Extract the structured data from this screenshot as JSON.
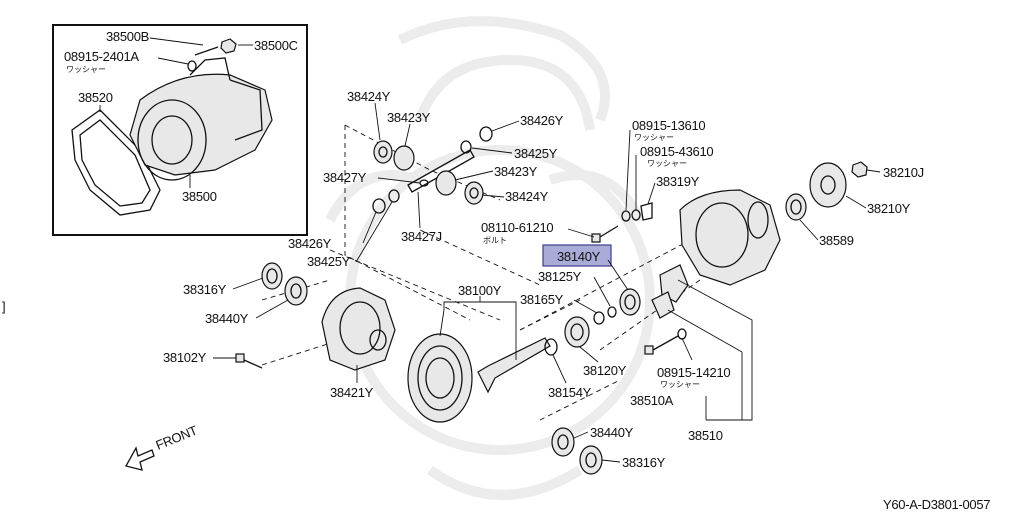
{
  "diagram": {
    "inset_labels": {
      "p38500B": "38500B",
      "p08915_2401A": "08915-2401A",
      "p08915_2401A_sub": "ワッシャー",
      "p38500C": "38500C",
      "p38520": "38520",
      "p38500": "38500"
    },
    "labels": {
      "p38424Y_a": "38424Y",
      "p38423Y_a": "38423Y",
      "p38426Y_a": "38426Y",
      "p38425Y_a": "38425Y",
      "p38427Y": "38427Y",
      "p38423Y_b": "38423Y",
      "p38424Y_b": "38424Y",
      "p08110_61210": "08110-61210",
      "p08110_61210_sub": "ボルト",
      "p38427J": "38427J",
      "p38426Y_b": "38426Y",
      "p38425Y_b": "38425Y",
      "p08915_13610": "08915-13610",
      "p08915_13610_sub": "ワッシャー",
      "p08915_43610": "08915-43610",
      "p08915_43610_sub": "ワッシャー",
      "p38319Y": "38319Y",
      "p38210J": "38210J",
      "p38210Y": "38210Y",
      "p38589": "38589",
      "p38140Y": "38140Y",
      "p38125Y": "38125Y",
      "p38165Y": "38165Y",
      "p38100Y": "38100Y",
      "p38316Y_a": "38316Y",
      "p38440Y_a": "38440Y",
      "p38102Y": "38102Y",
      "p38421Y": "38421Y",
      "p38154Y": "38154Y",
      "p38120Y": "38120Y",
      "p08915_14210": "08915-14210",
      "p08915_14210_sub": "ワッシャー",
      "p38510A": "38510A",
      "p38510": "38510",
      "p38440Y_b": "38440Y",
      "p38316Y_b": "38316Y",
      "front": "FRONT",
      "ref": "Y60-A-D3801-0057",
      "edge_bracket": "]"
    },
    "highlight_color": "#a9acd6"
  }
}
